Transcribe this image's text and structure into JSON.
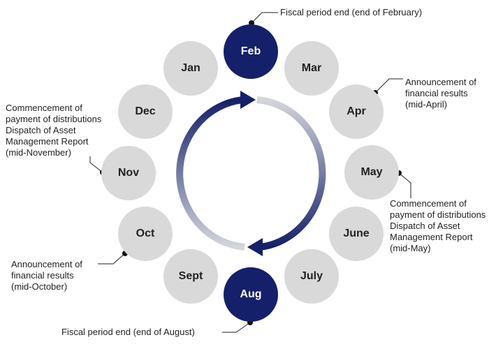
{
  "colors": {
    "month_default": "#d9d9d9",
    "month_highlight": "#14206a",
    "arrow_dark": "#14206a",
    "arrow_light": "#d4d6dc",
    "leader_line": "#222222"
  },
  "months": {
    "feb": "Feb",
    "mar": "Mar",
    "apr": "Apr",
    "may": "May",
    "june": "June",
    "july": "July",
    "aug": "Aug",
    "sept": "Sept",
    "oct": "Oct",
    "nov": "Nov",
    "dec": "Dec",
    "jan": "Jan"
  },
  "highlighted_months": [
    "Feb",
    "Aug"
  ],
  "annotations": {
    "feb": [
      "Fiscal period end (end of February)"
    ],
    "apr": [
      "Announcement of",
      "financial results",
      "(mid-April)"
    ],
    "may": [
      "Commencement of",
      "payment of distributions",
      "Dispatch of Asset",
      "Management Report",
      "(mid-May)"
    ],
    "aug": [
      "Fiscal period end (end of August)"
    ],
    "oct": [
      "Announcement of",
      "financial results",
      "(mid-October)"
    ],
    "nov": [
      "Commencement of",
      "payment of distributions",
      "Dispatch of Asset",
      "Management Report",
      "(mid-November)"
    ]
  }
}
